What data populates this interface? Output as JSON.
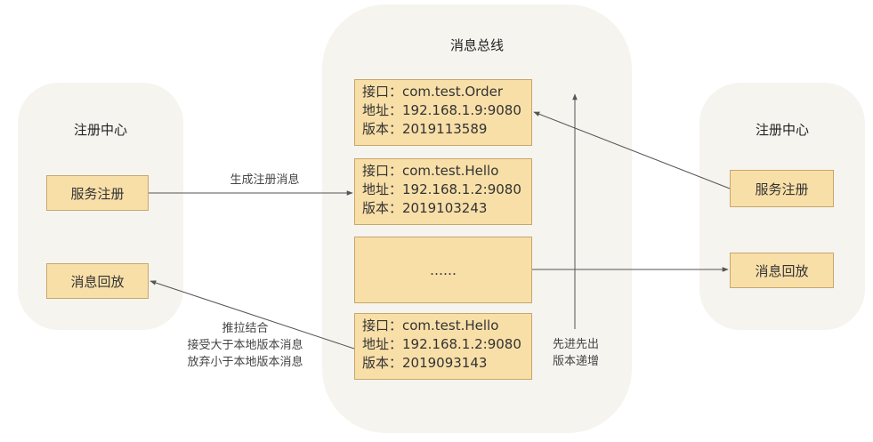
{
  "left": {
    "title": "注册中心",
    "register": "服务注册",
    "replay": "消息回放"
  },
  "bus": {
    "title": "消息总线",
    "messages": [
      {
        "interface": "接口：com.test.Order",
        "address": "地址：192.168.1.9:9080",
        "version": "版本：2019113589"
      },
      {
        "interface": "接口：com.test.Hello",
        "address": "地址：192.168.1.2:9080",
        "version": "版本：2019103243"
      },
      {
        "ellipsis": "……"
      },
      {
        "interface": "接口：com.test.Hello",
        "address": "地址：192.168.1.2:9080",
        "version": "版本：2019093143"
      }
    ]
  },
  "right": {
    "title": "注册中心",
    "register": "服务注册",
    "replay": "消息回放"
  },
  "labels": {
    "generate": "生成注册消息",
    "pushpull": [
      "推拉结合",
      "接受大于本地版本消息",
      "放弃小于本地版本消息"
    ],
    "fifo": [
      "先进先出",
      "版本递增"
    ]
  },
  "colors": {
    "region": "#f5f4ef",
    "box_fill": "#f8dfa8",
    "box_border": "#c9a66b",
    "arrow": "#555555"
  }
}
